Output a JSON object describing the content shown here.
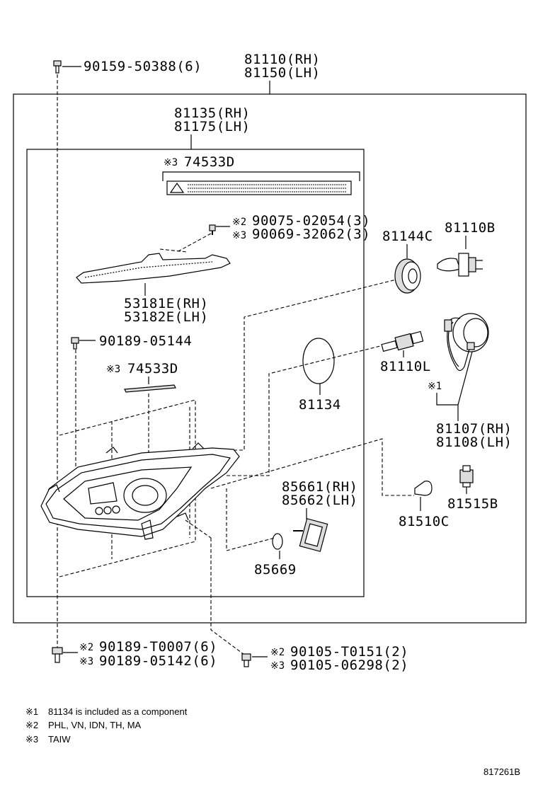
{
  "labels": {
    "assy_rh": "81110(RH)",
    "assy_lh": "81150(LH)",
    "unit_rh": "81135(RH)",
    "unit_lh": "81175(LH)",
    "label_top_mark": "※3",
    "label_top": "74533D",
    "bolt_top": "90159-50388(6)",
    "screw_a_mark": "※2",
    "screw_a": "90075-02054(3)",
    "screw_b_mark": "※3",
    "screw_b": "90069-32062(3)",
    "cover_rh": "53181E(RH)",
    "cover_lh": "53182E(LH)",
    "bolt_mid": "90189-05144",
    "label_mid_mark": "※3",
    "label_mid": "74533D",
    "cap": "81144C",
    "bulb_b": "81110B",
    "bulb_l": "81110L",
    "gasket": "81134",
    "socket_mark": "※1",
    "socket_rh": "81107(RH)",
    "socket_lh": "81108(LH)",
    "actuator_rh": "85661(RH)",
    "actuator_lh": "85662(LH)",
    "oring": "85669",
    "bulb_c": "81510C",
    "socket_b": "81515B",
    "bolt_bl_a_mark": "※2",
    "bolt_bl_a": "90189-T0007(6)",
    "bolt_bl_b_mark": "※3",
    "bolt_bl_b": "90189-05142(6)",
    "bolt_br_a_mark": "※2",
    "bolt_br_a": "90105-T0151(2)",
    "bolt_br_b_mark": "※3",
    "bolt_br_b": "90105-06298(2)"
  },
  "notes": [
    {
      "mark": "※1",
      "text": "81134 is included as a component"
    },
    {
      "mark": "※2",
      "text": "PHL, VN, IDN, TH, MA"
    },
    {
      "mark": "※3",
      "text": "TAIW"
    }
  ],
  "diagram_id": "817261B"
}
